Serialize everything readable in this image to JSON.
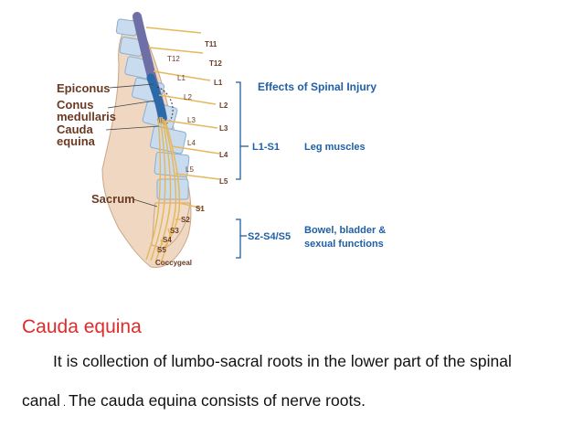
{
  "colors": {
    "vertebra_fill": "#c9dcef",
    "bone_fill": "#efd7c2",
    "spinal_cord": "#6f6fa8",
    "conus": "#2b6aa8",
    "nerve": "#e6b85c",
    "label_dark": "#6b3a22",
    "label_blue": "#1f5fa5",
    "heading_red": "#e02b2b"
  },
  "figure": {
    "left_labels": {
      "epiconus": "Epiconus",
      "conus_line1": "Conus",
      "conus_line2": "medullaris",
      "cauda_line1": "Cauda",
      "cauda_line2": "equina",
      "sacrum": "Sacrum"
    },
    "vertebra_labels": {
      "t12": "T12",
      "l1": "L1",
      "l2": "L2",
      "l3": "L3",
      "l4": "L4",
      "l5": "L5"
    },
    "root_labels": {
      "t11": "T11",
      "t12": "T12",
      "l1": "L1",
      "l2": "L2",
      "l3": "L3",
      "l4": "L4",
      "l5": "L5",
      "s1": "S1",
      "s2": "S2",
      "s3": "S3",
      "s4": "S4",
      "s5": "S5",
      "coccygeal": "Coccygeal"
    },
    "effects": {
      "title": "Effects of Spinal Injury",
      "group1_level": "L1-S1",
      "group1_effect": "Leg muscles",
      "group2_level": "S2-S4/S5",
      "group2_effect_line1": "Bowel, bladder &",
      "group2_effect_line2": "sexual functions"
    }
  },
  "text": {
    "heading": "Cauda equina",
    "line1": "It is collection of lumbo-sacral roots in the lower part of the spinal",
    "line2_start": "canal",
    "line2_dot": " . ",
    "line2_end": "The cauda equina consists of nerve roots."
  }
}
